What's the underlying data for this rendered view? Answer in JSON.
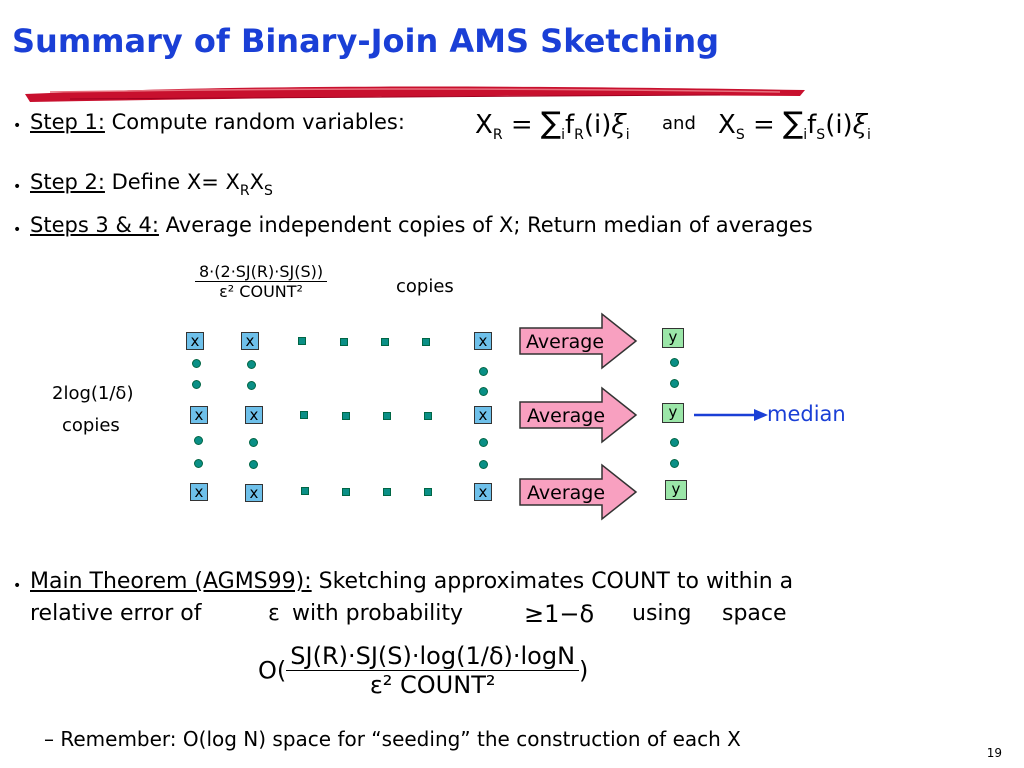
{
  "slide": {
    "title": "Summary of Binary-Join AMS Sketching",
    "page_number": "19"
  },
  "steps": {
    "step1_label": "Step 1:",
    "step1_text": "Compute random variables:",
    "step1_connector": "and",
    "xr": {
      "var": "X",
      "sub": "R",
      "eq": "=",
      "sum": "∑",
      "sum_sub": "i",
      "f": "f",
      "f_sub": "R",
      "arg": "(i)",
      "xi": "ξ",
      "xi_sub": "i"
    },
    "xs": {
      "var": "X",
      "sub": "S",
      "eq": "=",
      "sum": "∑",
      "sum_sub": "i",
      "f": "f",
      "f_sub": "S",
      "arg": "(i)",
      "xi": "ξ",
      "xi_sub": "i"
    },
    "step2_label": "Step 2:",
    "step2_text": "Define X= X",
    "step2_sub1": "R",
    "step2_mid": "X",
    "step2_sub2": "S",
    "step34_label": "Steps 3 & 4:",
    "step34_text": "Average independent copies of X; Return median of averages"
  },
  "diagram": {
    "copies_num": "8·(2·SJ(R)·SJ(S))",
    "copies_den": "ε² COUNT²",
    "copies_label": "copies",
    "rows_label_1": "2log(1/δ)",
    "rows_label_2": "copies",
    "x_label": "x",
    "y_label": "y",
    "average_label": "Average",
    "median_label": "median",
    "colors": {
      "x_box": "#6ec0ea",
      "y_box": "#9be6a8",
      "arrow": "#f8a0c0",
      "dot": "#0a8f86",
      "median_arrow": "#1a3fd6"
    }
  },
  "theorem": {
    "label": "Main Theorem (AGMS99):",
    "text1": "Sketching approximates COUNT to within a",
    "text2": "relative error of",
    "eps": "ε",
    "text3": "with probability",
    "prob": "≥1−δ",
    "text4": "using",
    "text5": "space",
    "space_prefix": "O(",
    "space_num": "SJ(R)·SJ(S)·log(1/δ)·logN",
    "space_den": "ε² COUNT²",
    "space_suffix": ")",
    "remember": "– Remember: O(log N) space for “seeding” the construction of each X"
  }
}
